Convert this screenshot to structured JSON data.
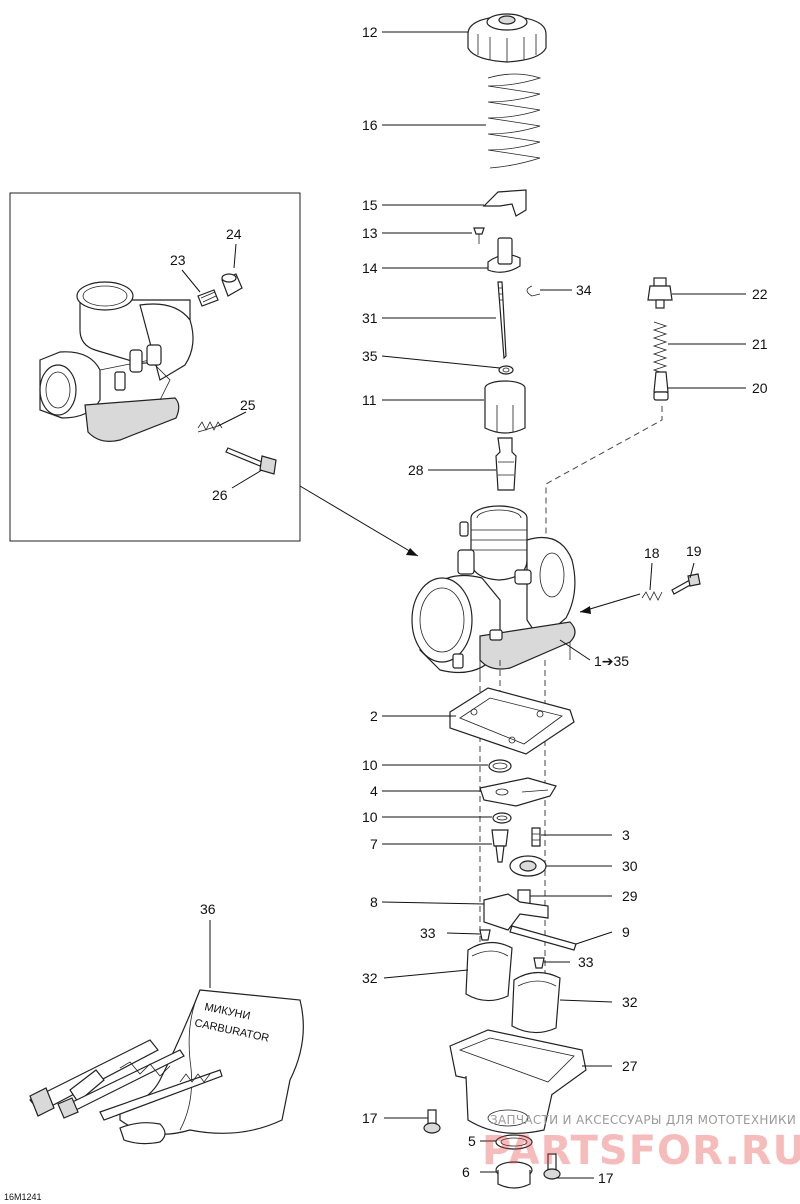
{
  "diagram_code": "16M1241",
  "callouts": {
    "p12": "12",
    "p16": "16",
    "p15": "15",
    "p13": "13",
    "p14": "14",
    "p34": "34",
    "p31": "31",
    "p35": "35",
    "p11": "11",
    "p28": "28",
    "p22": "22",
    "p21": "21",
    "p20": "20",
    "p18": "18",
    "p19": "19",
    "p1to35": "1➔35",
    "p2": "2",
    "p10a": "10",
    "p4": "4",
    "p10b": "10",
    "p7": "7",
    "p3": "3",
    "p30": "30",
    "p8": "8",
    "p29": "29",
    "p33a": "33",
    "p9": "9",
    "p33b": "33",
    "p32a": "32",
    "p32b": "32",
    "p27": "27",
    "p17a": "17",
    "p5": "5",
    "p6": "6",
    "p17b": "17",
    "p36": "36",
    "p24": "24",
    "p23": "23",
    "p25": "25",
    "p26": "26"
  },
  "tool_kit_text": {
    "line1": "МИКУНИ",
    "line2": "CARBURATOR"
  },
  "watermark": {
    "subtitle": "ЗАПЧАСТИ И АКСЕССУАРЫ ДЛЯ МОТОТЕХНИКИ",
    "brand": "PARTSFOR.RU"
  },
  "colors": {
    "line": "#222222",
    "watermark_red": "#e53b3b",
    "watermark_gray": "#9a9a9a"
  }
}
